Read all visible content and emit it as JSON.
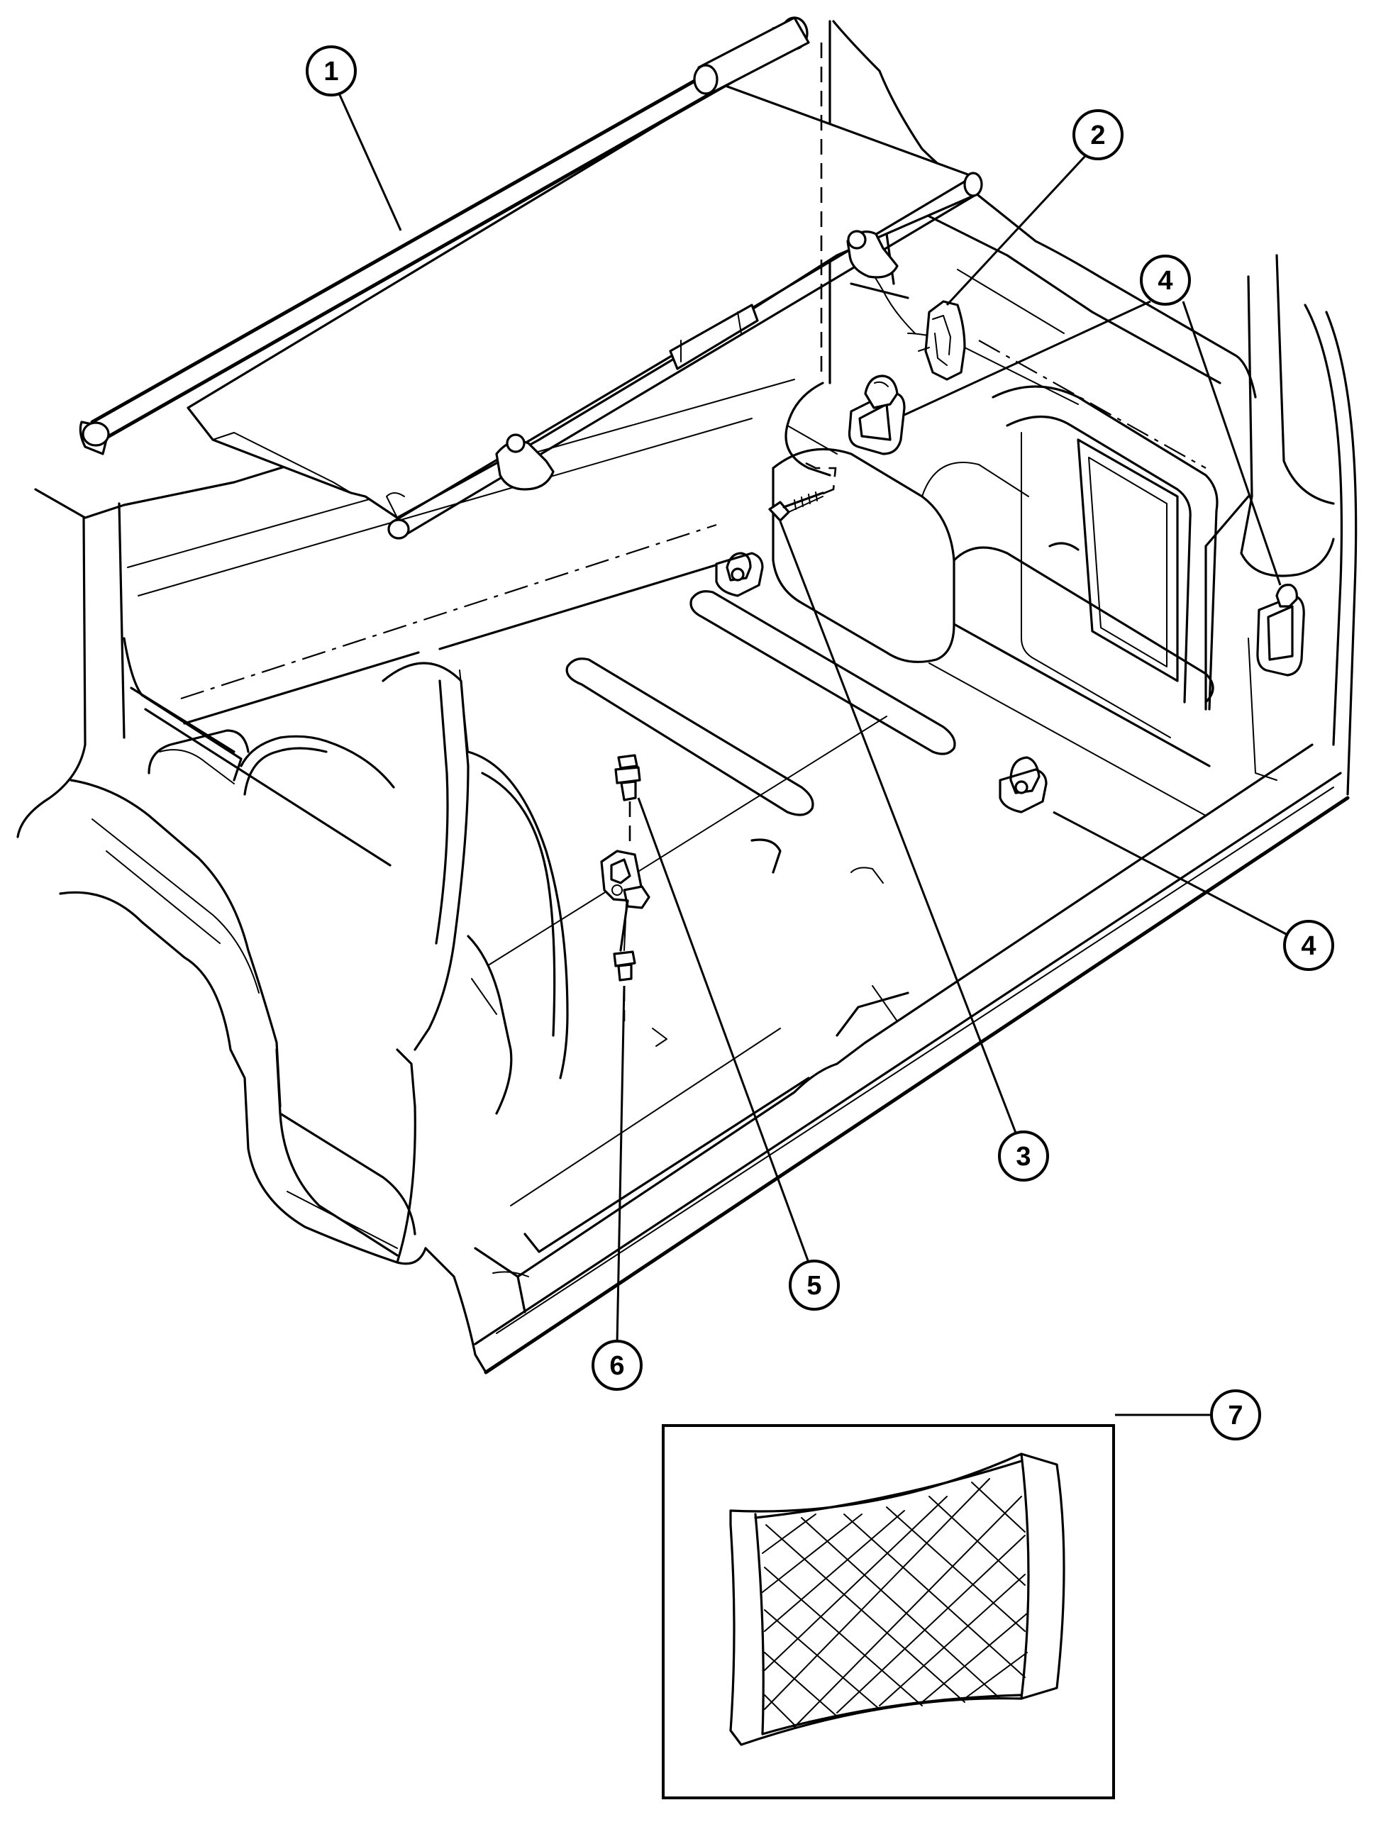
{
  "callouts": [
    {
      "id": "c1",
      "label": "1"
    },
    {
      "id": "c2",
      "label": "2"
    },
    {
      "id": "c3",
      "label": "3"
    },
    {
      "id": "c4a",
      "label": "4"
    },
    {
      "id": "c4b",
      "label": "4"
    },
    {
      "id": "c4c",
      "label": "4"
    },
    {
      "id": "c5",
      "label": "5"
    },
    {
      "id": "c6",
      "label": "6"
    },
    {
      "id": "c7",
      "label": "7"
    }
  ]
}
